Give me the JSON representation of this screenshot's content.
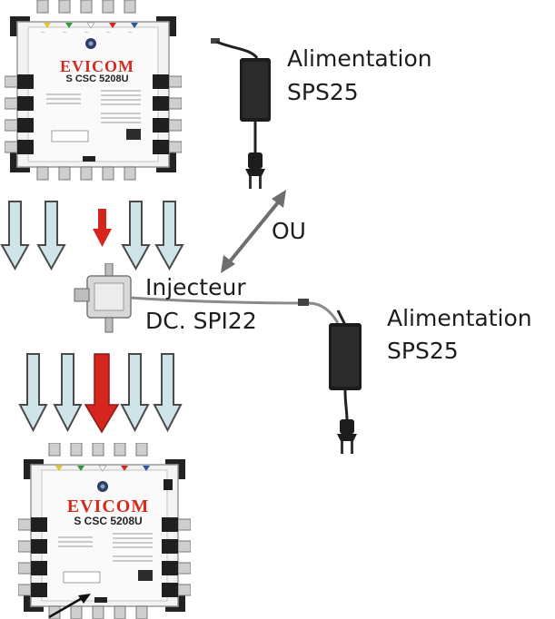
{
  "switch_top": {
    "brand": "EVICOM",
    "model": "S CSC 5208U"
  },
  "switch_bottom": {
    "brand": "EVICOM",
    "model": "S CSC 5208U"
  },
  "power_supply_top": {
    "label_line1": "Alimentation",
    "label_line2": "SPS25"
  },
  "power_supply_right": {
    "label_line1": "Alimentation",
    "label_line2": "SPS25"
  },
  "or_label": "OU",
  "injector": {
    "label_line1": "Injecteur",
    "label_line2": "DC. SPI22"
  },
  "colors": {
    "arrow_light": "#cfe4e8",
    "arrow_red": "#d6241f",
    "arrow_outline": "#4a4a4a",
    "switch_body": "#f4f4f4",
    "brand_red": "#d52b1e"
  }
}
